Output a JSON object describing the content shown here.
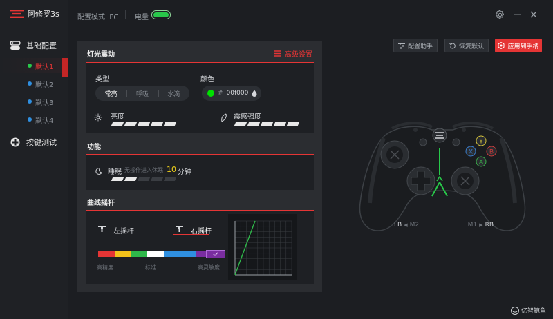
{
  "app": {
    "name": "阿修罗3s"
  },
  "sidebar": {
    "section_basic": "基础配置",
    "presets": [
      {
        "label": "默认1",
        "color": "#28c84a",
        "active": true
      },
      {
        "label": "默认2",
        "color": "#2f8fe0",
        "active": false
      },
      {
        "label": "默认3",
        "color": "#2f8fe0",
        "active": false
      },
      {
        "label": "默认4",
        "color": "#2f8fe0",
        "active": false
      }
    ],
    "section_keytest": "按键测试"
  },
  "topbar": {
    "mode_label": "配置模式",
    "mode_value": "PC",
    "battery_label": "电量",
    "battery_level": 1.0
  },
  "actions": {
    "assistant": "配置助手",
    "restore": "恢复默认",
    "apply": "应用到手柄"
  },
  "light": {
    "title": "灯光震动",
    "advanced": "高级设置",
    "type_label": "类型",
    "types": [
      "常亮",
      "呼吸",
      "水滴"
    ],
    "selected_type": "常亮",
    "color_label": "颜色",
    "color_hash": "#",
    "color_value": "00f000",
    "color_swatch": "#00e000",
    "brightness_label": "亮度",
    "brightness_level": 5,
    "vibration_label": "震感强度",
    "vibration_level": 5
  },
  "function": {
    "title": "功能",
    "sleep_label": "睡眠",
    "sleep_hint": "无操作进入休眠",
    "sleep_value": "10",
    "sleep_unit": "分钟",
    "sleep_level": 2
  },
  "curve": {
    "title": "曲线摇杆",
    "left_stick": "左摇杆",
    "right_stick": "右摇杆",
    "selected": "右摇杆",
    "spectrum_colors": [
      "#e53535",
      "#f2c21a",
      "#2fb84a",
      "#ffffff",
      "#2f8fe0",
      "#2f8fe0",
      "#7a2da0"
    ],
    "labels": [
      "高精度",
      "标准",
      "高灵敏度"
    ]
  },
  "controller": {
    "left_trigger": "LB",
    "left_map": "M2",
    "right_map": "M1",
    "right_trigger": "RB",
    "buttons": {
      "y": "Y",
      "x": "X",
      "b": "B",
      "a": "A"
    },
    "button_colors": {
      "y": "#d4c23a",
      "x": "#3a7fd0",
      "b": "#d03a3a",
      "a": "#3ab24a"
    }
  },
  "watermark": {
    "text": "亿智鲸鱼"
  }
}
